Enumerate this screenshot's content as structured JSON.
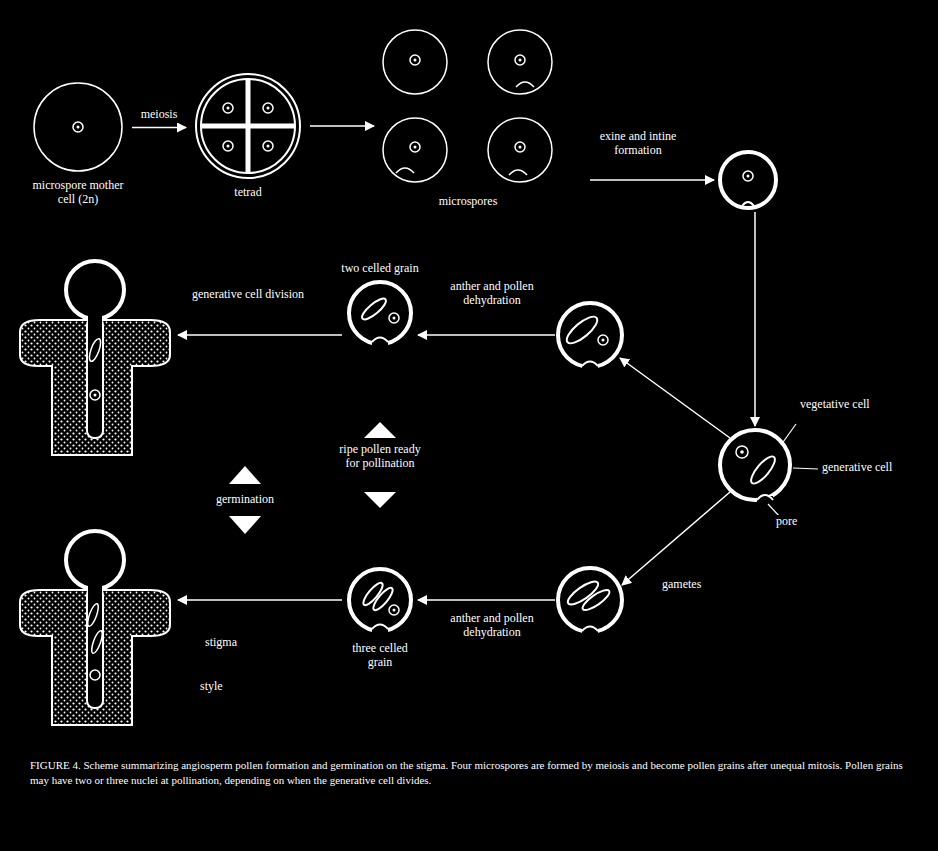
{
  "diagram": {
    "caption": "FIGURE 4. Scheme summarizing angiosperm pollen formation and germination on the stigma. Four microspores are formed by meiosis and become pollen grains after unequal mitosis. Pollen grains may have two or three nuclei at pollination, depending on when the generative cell divides.",
    "nodes": [
      {
        "text": [
          "microspore mother cell (2n)"
        ]
      },
      {
        "text": [
          "tetrad"
        ]
      },
      {
        "text": [
          "microspores"
        ]
      },
      {
        "text": [
          "two celled grain"
        ]
      },
      {
        "text": [
          "three celled grain"
        ]
      }
    ],
    "edges": [
      {
        "from": 0,
        "to": 1,
        "arrow": "to",
        "label": "meiosis"
      },
      {
        "from": 1,
        "to": 2,
        "arrow": "to"
      }
    ],
    "labels": [
      "exine and intine formation",
      "vegetative cell",
      "generative cell",
      "pore",
      "anther and pollen dehydration",
      "generative cell division",
      "ripe pollen ready for pollination",
      "germination",
      "gametes",
      "anther and pollen dehydration",
      "stigma",
      "style"
    ]
  }
}
